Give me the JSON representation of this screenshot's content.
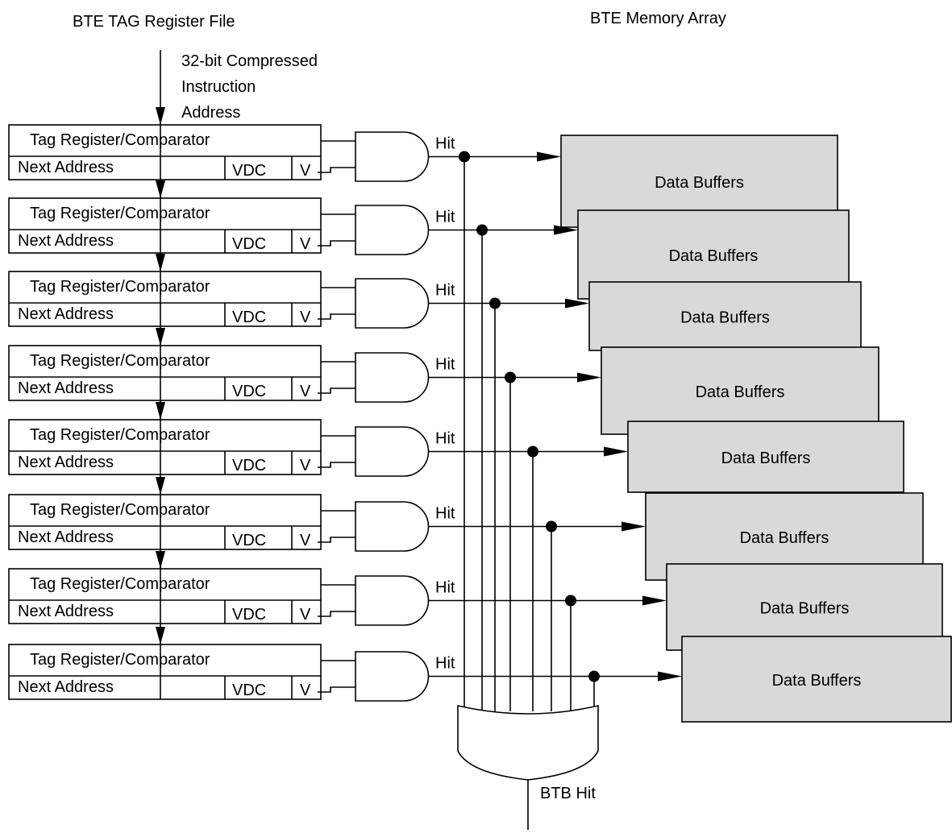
{
  "labels": {
    "register_file": "BTE TAG Register File",
    "memory_array": "BTE Memory Array",
    "input_line1": "32-bit Compressed",
    "input_line2": "Instruction",
    "input_line3": "Address",
    "btb_hit": "BTB Hit"
  },
  "entries": [
    {
      "tag": "Tag Register/Comparator",
      "next": "Next Address",
      "vdc": "VDC",
      "v": "V",
      "hit": "Hit",
      "buffer": "Data Buffers"
    },
    {
      "tag": "Tag Register/Comparator",
      "next": "Next Address",
      "vdc": "VDC",
      "v": "V",
      "hit": "Hit",
      "buffer": "Data Buffers"
    },
    {
      "tag": "Tag Register/Comparator",
      "next": "Next Address",
      "vdc": "VDC",
      "v": "V",
      "hit": "Hit",
      "buffer": "Data Buffers"
    },
    {
      "tag": "Tag Register/Comparator",
      "next": "Next Address",
      "vdc": "VDC",
      "v": "V",
      "hit": "Hit",
      "buffer": "Data Buffers"
    },
    {
      "tag": "Tag Register/Comparator",
      "next": "Next Address",
      "vdc": "VDC",
      "v": "V",
      "hit": "Hit",
      "buffer": "Data Buffers"
    },
    {
      "tag": "Tag Register/Comparator",
      "next": "Next Address",
      "vdc": "VDC",
      "v": "V",
      "hit": "Hit",
      "buffer": "Data Buffers"
    },
    {
      "tag": "Tag Register/Comparator",
      "next": "Next Address",
      "vdc": "VDC",
      "v": "V",
      "hit": "Hit",
      "buffer": "Data Buffers"
    },
    {
      "tag": "Tag Register/Comparator",
      "next": "Next Address",
      "vdc": "VDC",
      "v": "V",
      "hit": "Hit",
      "buffer": "Data Buffers"
    }
  ]
}
